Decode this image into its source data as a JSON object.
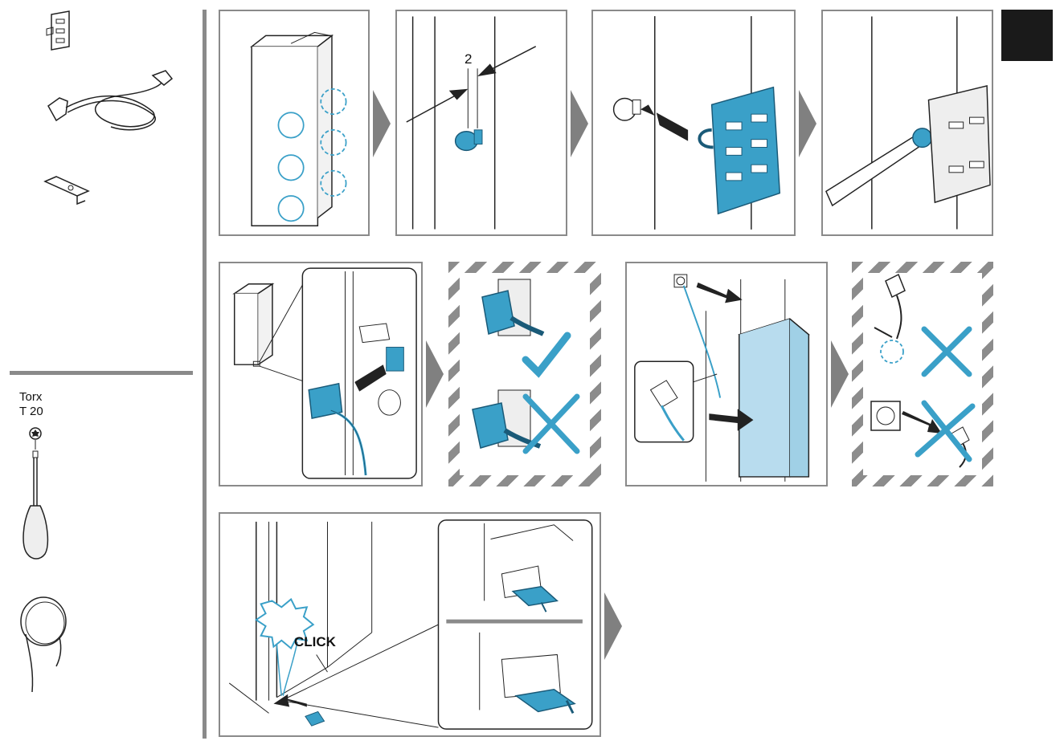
{
  "tool": {
    "line1": "Torx",
    "line2": "T 20"
  },
  "step_number": "2",
  "click_label": "CLICK",
  "colors": {
    "accent_blue": "#3aa0c8",
    "gray": "#8a8a8a",
    "black": "#1a1a1a"
  }
}
